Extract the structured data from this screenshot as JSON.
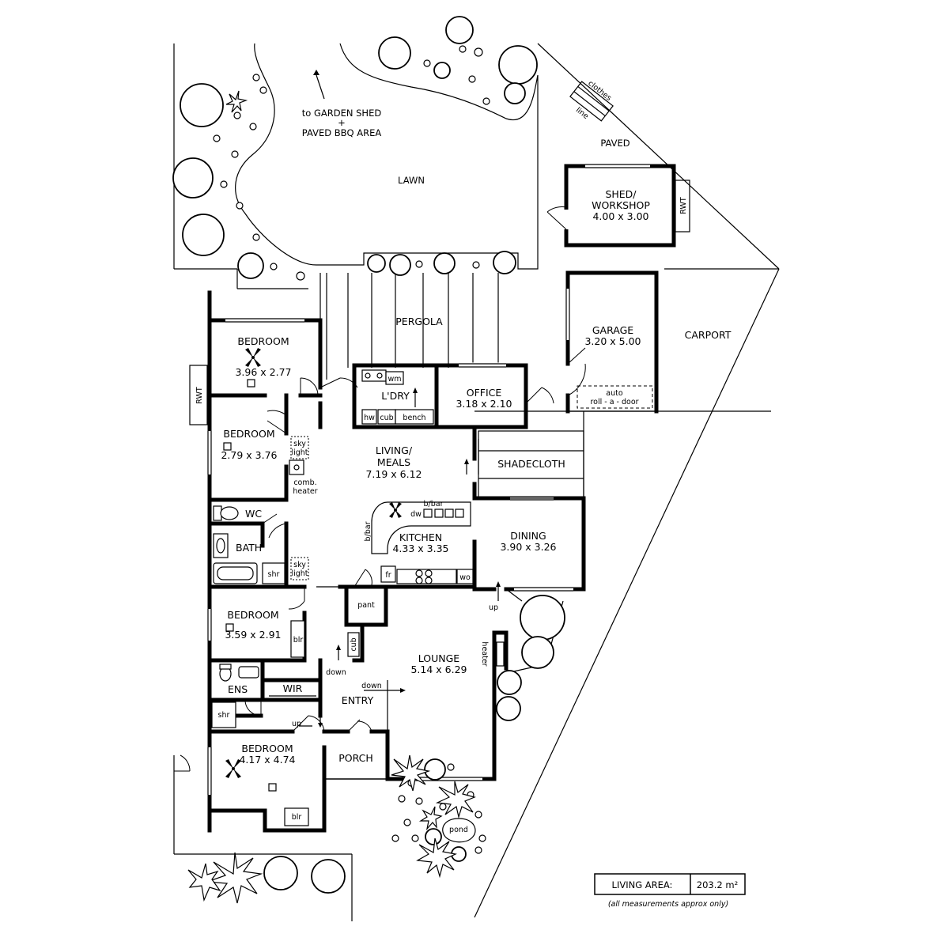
{
  "rooms": {
    "bedroom1": {
      "name": "BEDROOM",
      "size": "3.96 x 2.77"
    },
    "bedroom2": {
      "name": "BEDROOM",
      "size": "2.79 x 3.76"
    },
    "bedroom3": {
      "name": "BEDROOM",
      "size": "3.59 x 2.91"
    },
    "bedroom4": {
      "name": "BEDROOM",
      "size": "4.17 x 4.74"
    },
    "living": {
      "name": "LIVING/",
      "name2": "MEALS",
      "size": "7.19 x 6.12"
    },
    "kitchen": {
      "name": "KITCHEN",
      "size": "4.33 x 3.35"
    },
    "dining": {
      "name": "DINING",
      "size": "3.90 x 3.26"
    },
    "lounge": {
      "name": "LOUNGE",
      "size": "5.14 x 6.29"
    },
    "office": {
      "name": "OFFICE",
      "size": "3.18 x 2.10"
    },
    "garage": {
      "name": "GARAGE",
      "size": "3.20 x 5.00"
    },
    "shed": {
      "name": "SHED/",
      "name2": "WORKSHOP",
      "size": "4.00 x 3.00"
    },
    "laundry": {
      "name": "L'DRY"
    },
    "wc": {
      "name": "WC"
    },
    "bath": {
      "name": "BATH"
    },
    "ensuite": {
      "name": "ENS"
    },
    "wir": {
      "name": "WIR"
    },
    "entry": {
      "name": "ENTRY"
    },
    "porch": {
      "name": "PORCH"
    }
  },
  "areas": {
    "lawn": "LAWN",
    "pergola": "PERGOLA",
    "paved": "PAVED",
    "carport": "CARPORT",
    "shadecloth": "SHADECLOTH",
    "to_shed_1": "to GARDEN SHED",
    "to_shed_plus": "+",
    "to_shed_2": "PAVED BBQ AREA",
    "clothes_line_1": "clothes",
    "clothes_line_2": "line",
    "pond": "pond"
  },
  "fixtures": {
    "rwt_left": "RWT",
    "rwt_shed": "RWT",
    "wm": "wm",
    "hw": "hw",
    "cub": "cub",
    "bench": "bench",
    "sky_light_1a": "sky",
    "sky_light_1b": "light",
    "sky_light_2a": "sky",
    "sky_light_2b": "light",
    "comb_heater_1": "comb.",
    "comb_heater_2": "heater",
    "bbar_top": "b/bar",
    "bbar_side": "b/bar",
    "dw": "dw",
    "fr": "fr",
    "wo": "wo",
    "shr_bath": "shr",
    "shr_ens": "shr",
    "pant": "pant",
    "cub_hall": "cub",
    "blr_bed3": "blr",
    "blr_bed4": "blr",
    "heater": "heater",
    "up_dining": "up",
    "up_ens": "up",
    "down_hall": "down",
    "down_entry": "down",
    "auto_door_1": "auto",
    "auto_door_2": "roll - a - door"
  },
  "legend": {
    "label": "LIVING AREA:",
    "value": "203.2 m²",
    "note": "(all measurements approx only)"
  }
}
